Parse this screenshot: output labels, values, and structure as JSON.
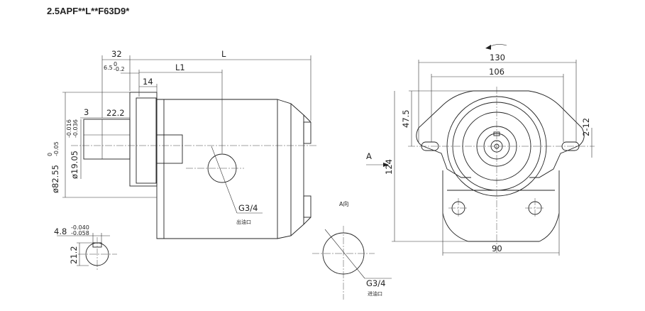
{
  "title": "2.5APF**L**F63D9*",
  "side_view": {
    "dim_32": "32",
    "dim_L": "L",
    "dim_L1": "L1",
    "dim_6_5": "6.5",
    "dim_6_5_tol_upper": "0",
    "dim_6_5_tol_lower": "-0.2",
    "dim_14": "14",
    "dim_3": "3",
    "dim_22_2": "22.2",
    "dim_pilot_dia": "ø82.55",
    "dim_pilot_tol_upper": "0",
    "dim_pilot_tol_lower": "-0.05",
    "dim_shaft_dia": "ø19.05",
    "dim_shaft_tol_upper": "-0.016",
    "dim_shaft_tol_lower": "-0.036",
    "port_label": "G3/4",
    "port_caption": "出油口"
  },
  "key_section": {
    "dim_key_width": "4.8",
    "dim_key_tol_upper": "-0.040",
    "dim_key_tol_lower": "-0.058",
    "dim_key_height": "21.2"
  },
  "view_a": {
    "title": "A向",
    "port_label": "G3/4",
    "port_caption": "进油口"
  },
  "front_view": {
    "arrow_label": "A",
    "dim_130": "130",
    "dim_106": "106",
    "dim_47_5": "47.5",
    "dim_124": "124",
    "dim_2_12": "2-12",
    "dim_90": "90"
  }
}
